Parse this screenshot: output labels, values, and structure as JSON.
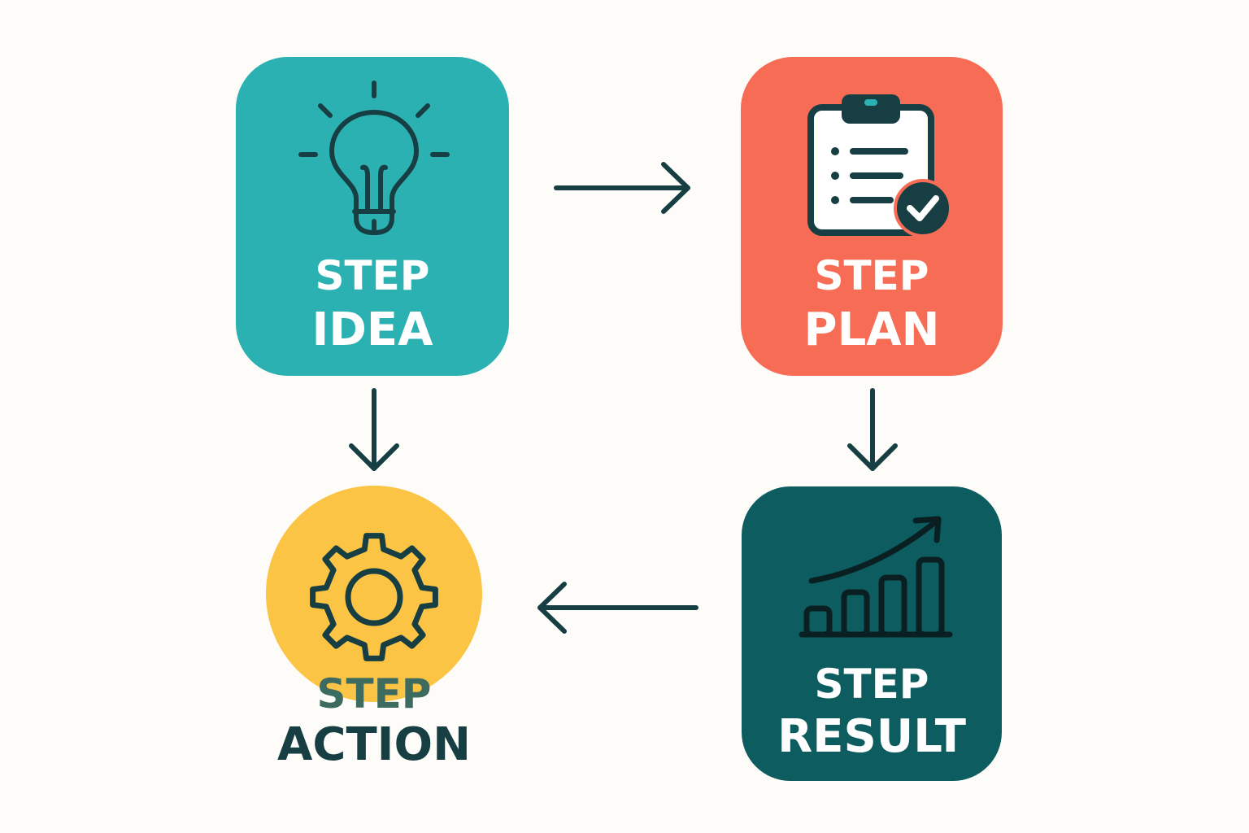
{
  "colors": {
    "background": "#fdfcf8",
    "idea": "#2bb1b1",
    "plan": "#f76c55",
    "action": "#fbc444",
    "result": "#0d5c5f",
    "ink": "#173f43",
    "label_light": "#ffffff",
    "action_label_top": "#3d6b5f",
    "action_label_bottom": "#173f43"
  },
  "steps": {
    "idea": {
      "line1": "STEP",
      "line2": "IDEA",
      "icon": "lightbulb-icon"
    },
    "plan": {
      "line1": "STEP",
      "line2": "PLAN",
      "icon": "clipboard-check-icon"
    },
    "action": {
      "line1": "STEP",
      "line2": "ACTION",
      "icon": "gear-icon"
    },
    "result": {
      "line1": "STEP",
      "line2": "RESULT",
      "icon": "growth-chart-icon"
    }
  },
  "flow": [
    {
      "from": "idea",
      "to": "plan"
    },
    {
      "from": "idea",
      "to": "action"
    },
    {
      "from": "plan",
      "to": "result"
    },
    {
      "from": "result",
      "to": "action"
    }
  ]
}
